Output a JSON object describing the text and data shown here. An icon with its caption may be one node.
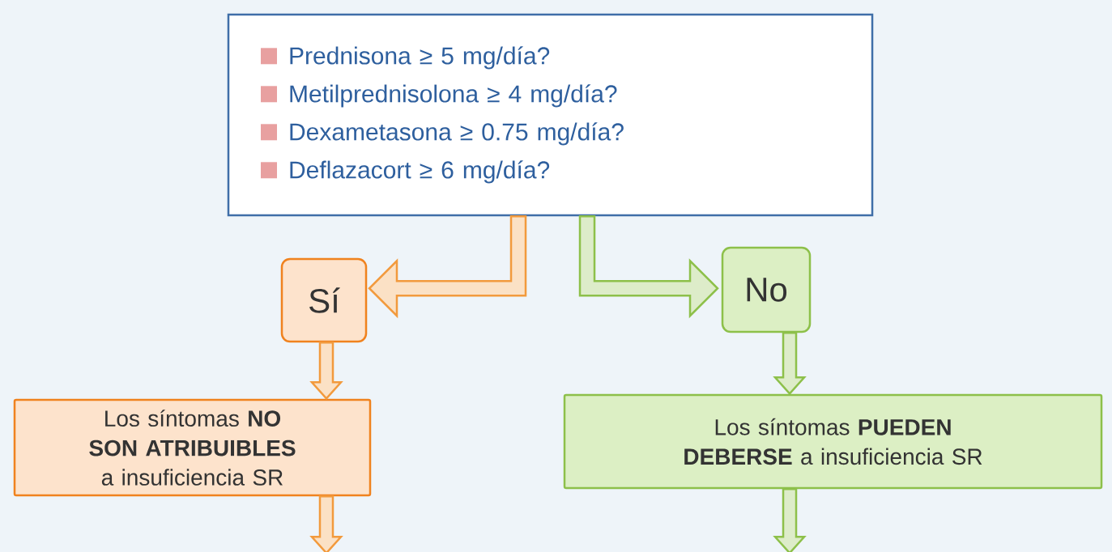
{
  "diagram": {
    "nodes": [
      {
        "text": [
          "Prednisona ≥ 5 mg/día?",
          "Metilprednisolona ≥ 4 mg/día?",
          "Dexametasona ≥ 0.75 mg/día?",
          "Deflazacort ≥ 6 mg/día?"
        ]
      },
      {
        "text": [
          "Sí"
        ]
      },
      {
        "text": [
          "No"
        ]
      },
      {
        "text": [
          "Los síntomas **NO SON ATRIBUIBLES** a insuficiencia SR"
        ]
      },
      {
        "text": [
          "Los síntomas **PUEDEN DEBERSE** a insuficiencia SR"
        ]
      }
    ],
    "edges": [
      {
        "from": 0,
        "to": 1,
        "arrow": "to",
        "color": "#f29a3d"
      },
      {
        "from": 0,
        "to": 2,
        "arrow": "to",
        "color": "#8dc04a"
      },
      {
        "from": 1,
        "to": 3,
        "arrow": "to",
        "color": "#f29a3d"
      },
      {
        "from": 2,
        "to": 4,
        "arrow": "to",
        "color": "#8dc04a"
      },
      {
        "from": 3,
        "to": null,
        "arrow": "to",
        "color": "#f29a3d"
      },
      {
        "from": 4,
        "to": null,
        "arrow": "to",
        "color": "#8dc04a"
      }
    ]
  }
}
